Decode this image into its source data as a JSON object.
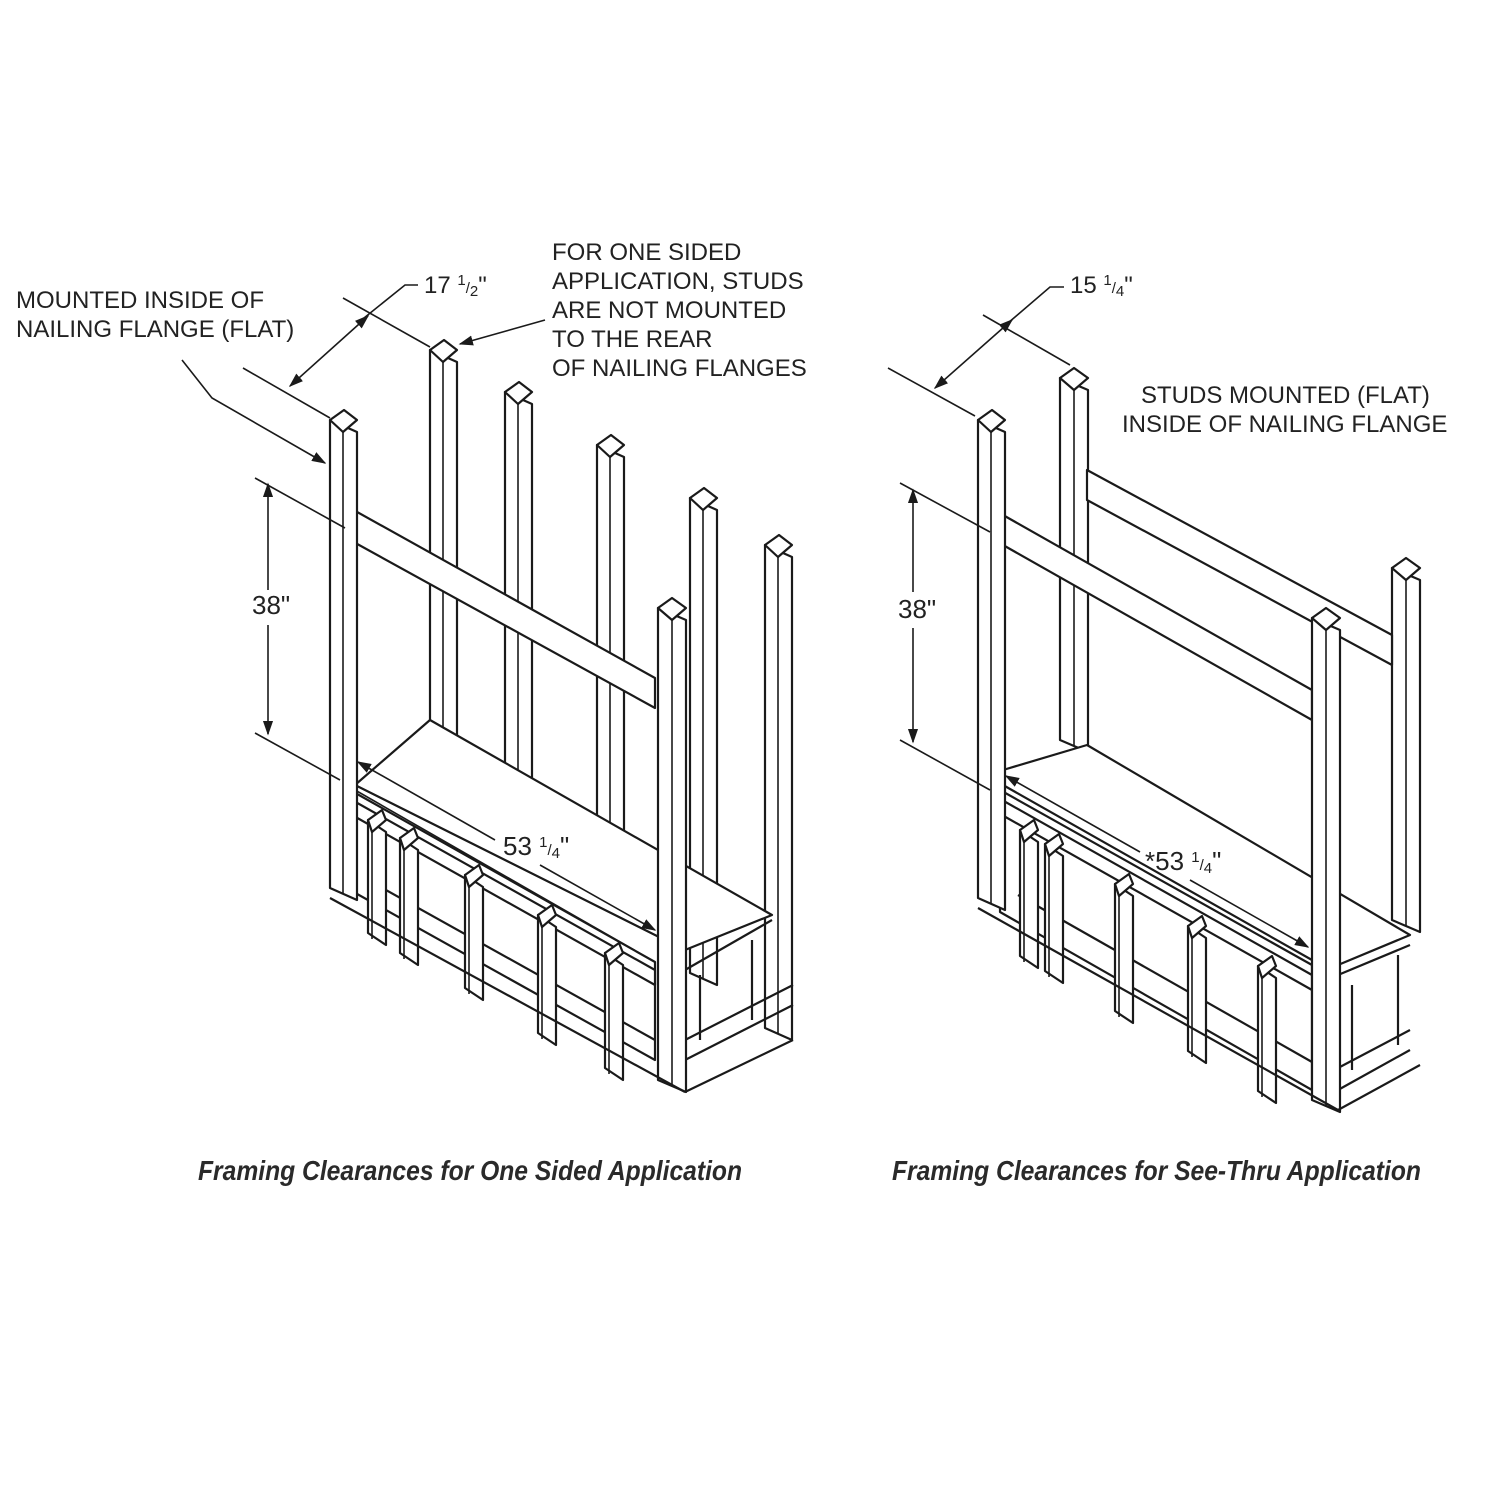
{
  "left_figure": {
    "caption": "Framing Clearances for One Sided Application",
    "note_mounted": [
      "MOUNTED INSIDE OF",
      "NAILING FLANGE (FLAT)"
    ],
    "note_studs": [
      "FOR ONE SIDED",
      "APPLICATION, STUDS",
      "ARE NOT MOUNTED",
      "TO THE REAR",
      "OF NAILING FLANGES"
    ],
    "depth_dim": {
      "whole": "17",
      "num": "1",
      "den": "2",
      "unit": "\""
    },
    "height_dim": "38\"",
    "width_dim": {
      "whole": "53",
      "num": "1",
      "den": "4",
      "unit": "\""
    }
  },
  "right_figure": {
    "caption": "Framing Clearances for See-Thru Application",
    "note_studs": [
      "STUDS MOUNTED (FLAT)",
      "INSIDE OF NAILING FLANGE"
    ],
    "depth_dim": {
      "whole": "15",
      "num": "1",
      "den": "4",
      "unit": "\""
    },
    "height_dim": "38\"",
    "width_dim": {
      "whole": "*53",
      "num": "1",
      "den": "4",
      "unit": "\""
    }
  }
}
